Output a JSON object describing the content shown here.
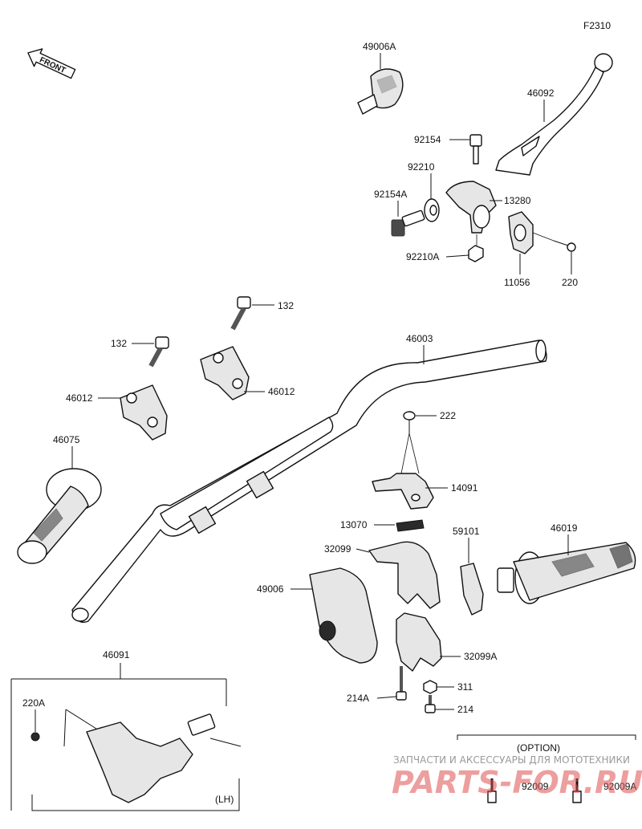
{
  "diagram_code": "F2310",
  "front_label": "FRONT",
  "parts": {
    "p49006A": "49006A",
    "p46092": "46092",
    "p92154": "92154",
    "p92210": "92210",
    "p92154A": "92154A",
    "p13280": "13280",
    "p92210A": "92210A",
    "p11056": "11056",
    "p220": "220",
    "p132a": "132",
    "p132b": "132",
    "p46012a": "46012",
    "p46012b": "46012",
    "p46003": "46003",
    "p46075": "46075",
    "p222": "222",
    "p14091": "14091",
    "p13070": "13070",
    "p59101": "59101",
    "p46019": "46019",
    "p32099": "32099",
    "p49006": "49006",
    "p32099A": "32099A",
    "p311": "311",
    "p214A": "214A",
    "p214": "214",
    "p46091": "46091",
    "p220A": "220A",
    "p92009": "92009",
    "p92009A": "92009A"
  },
  "lh_label": "(LH)",
  "option_label": "(OPTION)",
  "watermark_text": "ЗАПЧАСТИ И АКСЕССУАРЫ ДЛЯ МОТОТЕХНИКИ",
  "watermark_logo": "PARTS-FOR.RU"
}
